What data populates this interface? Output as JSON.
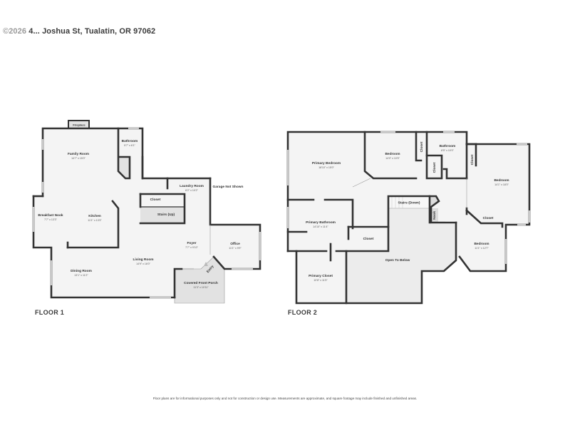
{
  "header": {
    "watermark": "©2026",
    "address": "4... Joshua St, Tualatin, OR 97062"
  },
  "floors": [
    {
      "label": "FLOOR 1",
      "rooms": [
        {
          "name": "Fireplace",
          "dims": ""
        },
        {
          "name": "Family Room",
          "dims": "14'7\" x 15'0\""
        },
        {
          "name": "Bathroom",
          "dims": "5'7\" x 6'1\""
        },
        {
          "name": "Laundry Room",
          "dims": "6'2\" x 10'2\""
        },
        {
          "name": "Garage Not Shown",
          "dims": ""
        },
        {
          "name": "Closet",
          "dims": ""
        },
        {
          "name": "Stairs (Up)",
          "dims": ""
        },
        {
          "name": "Breakfast Nook",
          "dims": "7'7\" x 13'3\""
        },
        {
          "name": "Kitchen",
          "dims": "11'1\" x 13'3\""
        },
        {
          "name": "Foyer",
          "dims": "7'7\" x 9'10\""
        },
        {
          "name": "Office",
          "dims": "11'1\" x 9'9\""
        },
        {
          "name": "Living Room",
          "dims": "14'9\" x 16'0\""
        },
        {
          "name": "Dining Room",
          "dims": "13'1\" x 11'2\""
        },
        {
          "name": "Covered Front Porch",
          "dims": "11'3\" x 10'11\""
        },
        {
          "name": "Entry",
          "dims": ""
        }
      ]
    },
    {
      "label": "FLOOR 2",
      "rooms": [
        {
          "name": "Primary Bedroom",
          "dims": "18'10\" x 15'0\""
        },
        {
          "name": "Bedroom",
          "dims": "14'0\" x 10'5\""
        },
        {
          "name": "Closet",
          "dims": ""
        },
        {
          "name": "Bathroom",
          "dims": "8'5\" x 10'0\""
        },
        {
          "name": "Closet",
          "dims": ""
        },
        {
          "name": "Closet",
          "dims": ""
        },
        {
          "name": "Bedroom",
          "dims": "14'1\" x 18'0\""
        },
        {
          "name": "Stairs (Down)",
          "dims": ""
        },
        {
          "name": "Nook",
          "dims": ""
        },
        {
          "name": "Primary Bathroom",
          "dims": "14'10\" x 11'4\""
        },
        {
          "name": "Closet",
          "dims": ""
        },
        {
          "name": "Closet",
          "dims": ""
        },
        {
          "name": "Bedroom",
          "dims": "11'1\" x 12'7\""
        },
        {
          "name": "Open To Below",
          "dims": ""
        },
        {
          "name": "Primary Closet",
          "dims": "10'8\" x 11'5\""
        }
      ]
    }
  ],
  "footer": {
    "disclaimer": "Floor plans are for informational purposes only and not for construction or design use. Measurements are approximate, and square footage may include finished and unfinished areas."
  }
}
